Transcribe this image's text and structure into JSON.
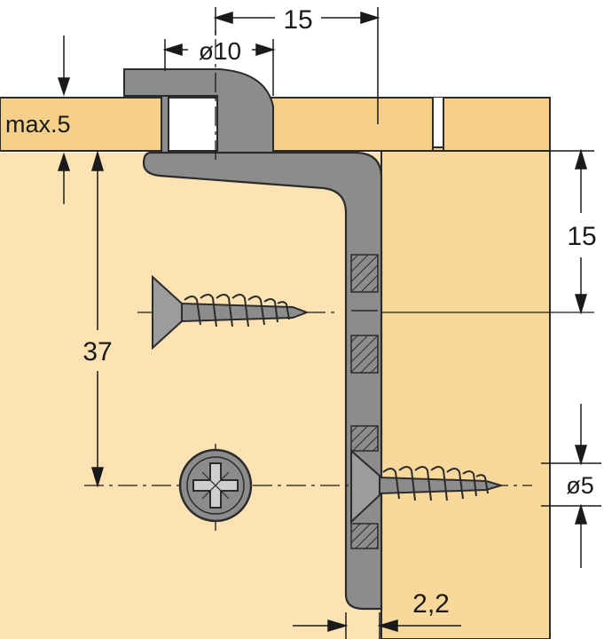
{
  "labels": {
    "top_width": "15",
    "hole_diameter": "ø10",
    "panel_thickness": "max.5",
    "side_offset": "15",
    "vertical_distance": "37",
    "screw_diameter": "ø5",
    "plate_thickness": "2,2"
  },
  "colors": {
    "wood_light": "#fde3b4",
    "wood_mid": "#f9d89c",
    "wood_panel": "#f6cf8a",
    "bracket": "#8c8c8c",
    "bracket_dark": "#6e6e6e",
    "outline": "#2b2b2b",
    "line": "#1a1a1a"
  },
  "icons": {
    "screw_side": "countersunk-screw-icon",
    "screw_head": "pozidriv-head-icon"
  }
}
